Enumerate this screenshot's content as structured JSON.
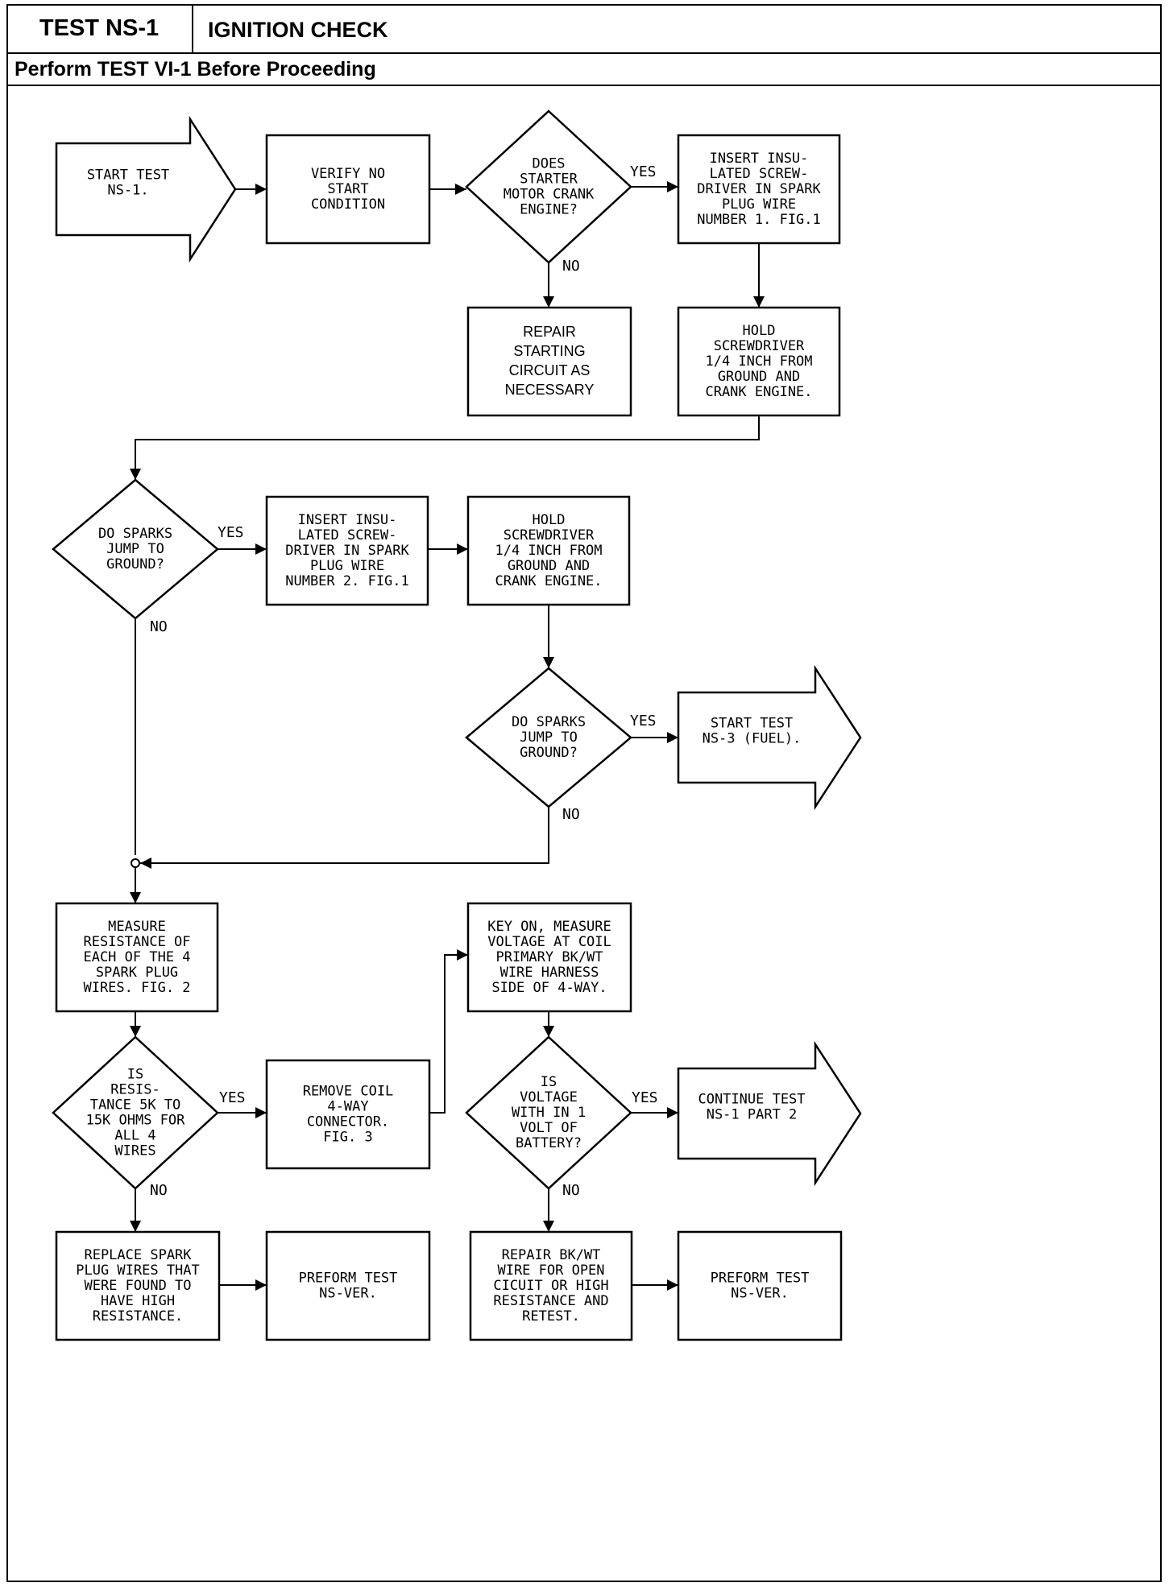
{
  "header": {
    "test_id": "TEST NS-1",
    "title": "IGNITION CHECK",
    "subtitle": "Perform TEST VI-1 Before Proceeding"
  },
  "labels": {
    "yes": "YES",
    "no": "NO"
  },
  "nodes": [
    {
      "id": "start",
      "kind": "arrow",
      "lines": [
        "START TEST",
        "NS-1."
      ]
    },
    {
      "id": "verify",
      "kind": "box",
      "lines": [
        "VERIFY NO",
        "START",
        "CONDITION"
      ]
    },
    {
      "id": "starter",
      "kind": "diamond",
      "lines": [
        "DOES",
        "STARTER",
        "MOTOR CRANK",
        "ENGINE?"
      ]
    },
    {
      "id": "insert1",
      "kind": "box",
      "lines": [
        "INSERT INSU-",
        "LATED SCREW-",
        "DRIVER IN SPARK",
        "PLUG WIRE",
        "NUMBER 1. FIG.1"
      ]
    },
    {
      "id": "repair_start",
      "kind": "box",
      "lines": [
        "REPAIR",
        "STARTING",
        "CIRCUIT AS",
        "NECESSARY"
      ]
    },
    {
      "id": "hold1",
      "kind": "box",
      "lines": [
        "HOLD",
        "SCREWDRIVER",
        "1/4 INCH FROM",
        "GROUND AND",
        "CRANK ENGINE."
      ]
    },
    {
      "id": "sparks1",
      "kind": "diamond",
      "lines": [
        "DO SPARKS",
        "JUMP TO",
        "GROUND?"
      ]
    },
    {
      "id": "insert2",
      "kind": "box",
      "lines": [
        "INSERT INSU-",
        "LATED SCREW-",
        "DRIVER IN SPARK",
        "PLUG WIRE",
        "NUMBER 2. FIG.1"
      ]
    },
    {
      "id": "hold2",
      "kind": "box",
      "lines": [
        "HOLD",
        "SCREWDRIVER",
        "1/4 INCH FROM",
        "GROUND AND",
        "CRANK ENGINE."
      ]
    },
    {
      "id": "sparks2",
      "kind": "diamond",
      "lines": [
        "DO SPARKS",
        "JUMP TO",
        "GROUND?"
      ]
    },
    {
      "id": "ns3",
      "kind": "arrow",
      "lines": [
        "START TEST",
        "NS-3 (FUEL)."
      ]
    },
    {
      "id": "measure",
      "kind": "box",
      "lines": [
        "MEASURE",
        "RESISTANCE OF",
        "EACH OF THE 4",
        "SPARK PLUG",
        "WIRES. FIG. 2"
      ]
    },
    {
      "id": "keyon",
      "kind": "box",
      "lines": [
        "KEY ON, MEASURE",
        "VOLTAGE AT COIL",
        "PRIMARY BK/WT",
        "WIRE HARNESS",
        "SIDE OF 4-WAY."
      ]
    },
    {
      "id": "resist",
      "kind": "diamond",
      "lines": [
        "IS",
        "RESIS-",
        "TANCE 5K TO",
        "15K OHMS FOR",
        "ALL 4",
        "WIRES"
      ]
    },
    {
      "id": "remove",
      "kind": "box",
      "lines": [
        "REMOVE COIL",
        "4-WAY",
        "CONNECTOR.",
        "FIG. 3"
      ]
    },
    {
      "id": "voltage",
      "kind": "diamond",
      "lines": [
        "IS",
        "VOLTAGE",
        "WITH IN 1",
        "VOLT OF",
        "BATTERY?"
      ]
    },
    {
      "id": "cont",
      "kind": "arrow",
      "lines": [
        "CONTINUE TEST",
        "NS-1 PART 2"
      ]
    },
    {
      "id": "replace",
      "kind": "box",
      "lines": [
        "REPLACE SPARK",
        "PLUG WIRES THAT",
        "WERE FOUND TO",
        "HAVE HIGH",
        "RESISTANCE."
      ]
    },
    {
      "id": "ver1",
      "kind": "box",
      "lines": [
        "PREFORM TEST",
        "NS-VER."
      ]
    },
    {
      "id": "repair_bk",
      "kind": "box",
      "lines": [
        "REPAIR BK/WT",
        "WIRE FOR OPEN",
        "CICUIT OR HIGH",
        "RESISTANCE AND",
        "RETEST."
      ]
    },
    {
      "id": "ver2",
      "kind": "box",
      "lines": [
        "PREFORM TEST",
        "NS-VER."
      ]
    }
  ]
}
